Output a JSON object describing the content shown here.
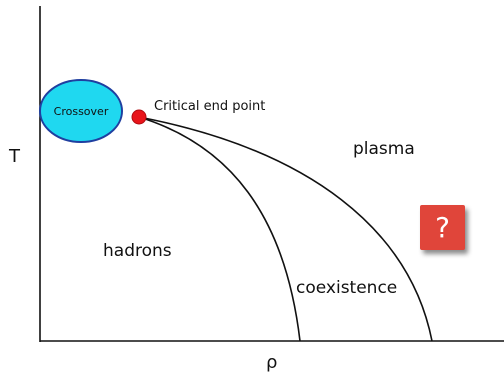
{
  "axes": {
    "y_label": "T",
    "x_label": "ρ"
  },
  "regions": {
    "crossover": "Crossover",
    "critical_end_point": "Critical end point",
    "plasma": "plasma",
    "hadrons": "hadrons",
    "coexistence": "coexistence"
  },
  "badge": {
    "text": "?"
  },
  "colors": {
    "crossover_fill": "#1fd8f0",
    "crossover_stroke": "#1f3fa0",
    "critical_point": "#e8141a",
    "badge": "#e0453a",
    "axis": "#111111"
  }
}
